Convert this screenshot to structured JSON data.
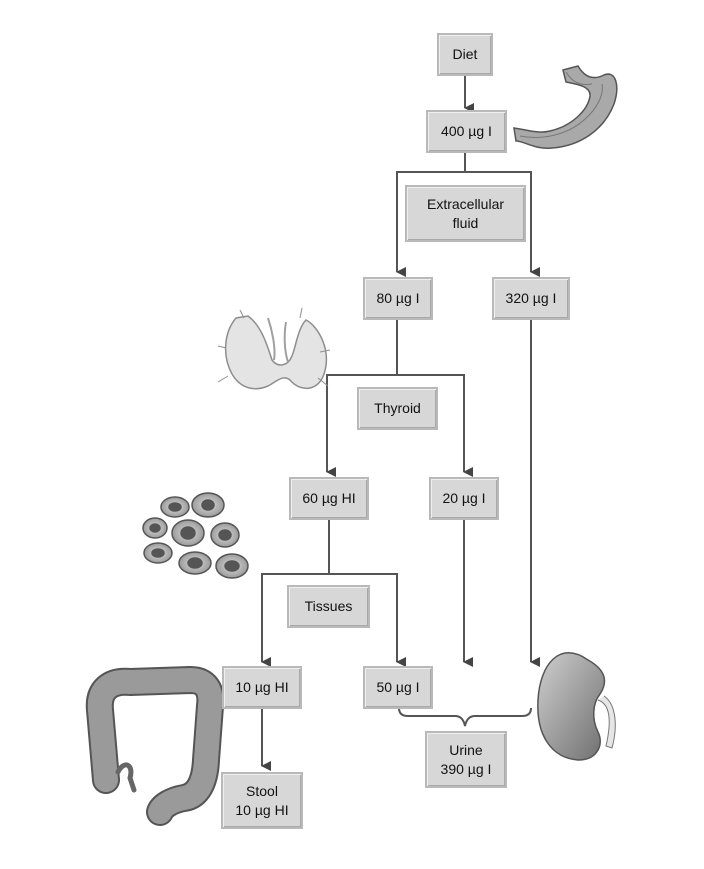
{
  "nodes": {
    "diet": "Diet",
    "intake": "400 µg I",
    "ecf_line1": "Extracellular",
    "ecf_line2": "fluid",
    "to_thyroid": "80 µg I",
    "to_kidney": "320 µg I",
    "thyroid": "Thyroid",
    "hormone": "60 µg HI",
    "thyroid_leak": "20 µg I",
    "tissues": "Tissues",
    "to_gut": "10 µg HI",
    "tissue_release": "50 µg I",
    "stool_line1": "Stool",
    "stool_line2": "10 µg HI",
    "urine_line1": "Urine",
    "urine_line2": "390 µg I"
  },
  "illustrations": [
    "stomach-illustration",
    "thyroid-illustration",
    "cells-illustration",
    "colon-illustration",
    "kidney-illustration"
  ],
  "colors": {
    "box_fill": "#d7d7d7",
    "line": "#444444",
    "illustration": "#9a9a9a"
  }
}
